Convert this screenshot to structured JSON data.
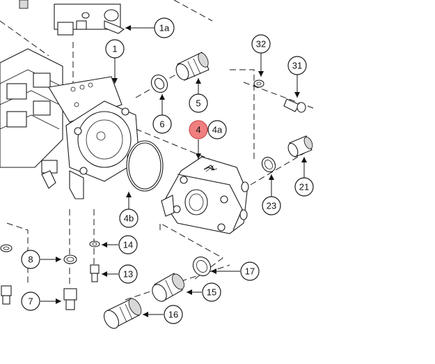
{
  "callouts": [
    {
      "id": "1a",
      "label": "1a",
      "highlight": false
    },
    {
      "id": "1",
      "label": "1",
      "highlight": false
    },
    {
      "id": "32",
      "label": "32",
      "highlight": false
    },
    {
      "id": "31",
      "label": "31",
      "highlight": false
    },
    {
      "id": "5",
      "label": "5",
      "highlight": false
    },
    {
      "id": "6",
      "label": "6",
      "highlight": false
    },
    {
      "id": "4",
      "label": "4",
      "highlight": true
    },
    {
      "id": "4a",
      "label": "4a",
      "highlight": false
    },
    {
      "id": "21",
      "label": "21",
      "highlight": false
    },
    {
      "id": "23",
      "label": "23",
      "highlight": false
    },
    {
      "id": "4b",
      "label": "4b",
      "highlight": false
    },
    {
      "id": "14",
      "label": "14",
      "highlight": false
    },
    {
      "id": "8",
      "label": "8",
      "highlight": false
    },
    {
      "id": "13",
      "label": "13",
      "highlight": false
    },
    {
      "id": "17",
      "label": "17",
      "highlight": false
    },
    {
      "id": "15",
      "label": "15",
      "highlight": false
    },
    {
      "id": "7",
      "label": "7",
      "highlight": false
    },
    {
      "id": "16",
      "label": "16",
      "highlight": false
    }
  ],
  "colors": {
    "highlight_fill": "#f08080",
    "highlight_stroke": "#d05050",
    "line": "#1a1a1a"
  }
}
